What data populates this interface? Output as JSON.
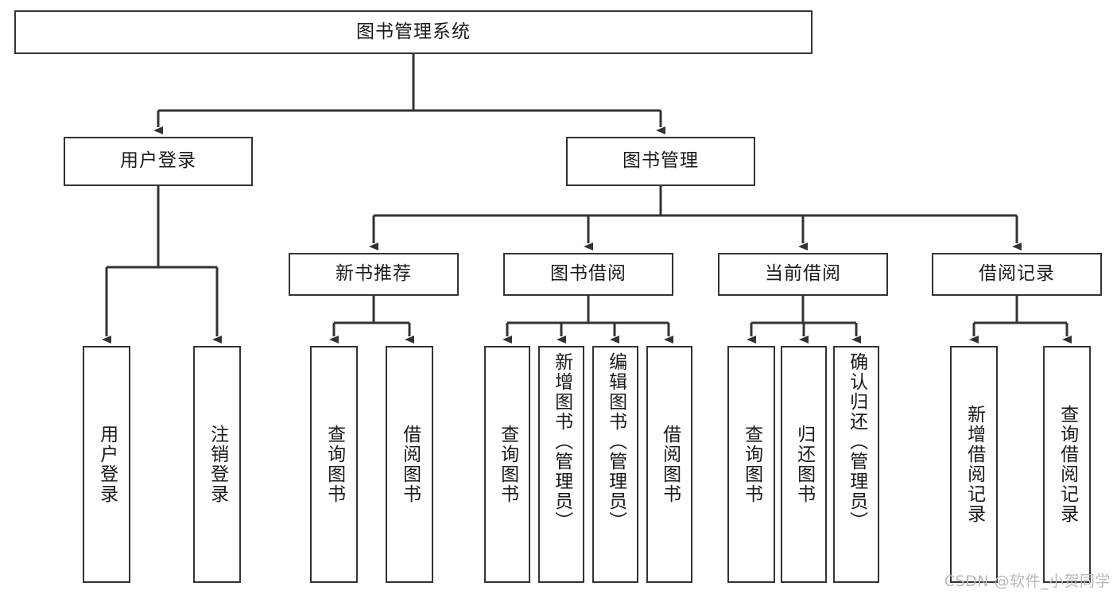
{
  "diagram": {
    "type": "tree-hierarchy",
    "root": {
      "label": "图书管理系统"
    },
    "level1": [
      {
        "label": "用户登录"
      },
      {
        "label": "图书管理"
      }
    ],
    "level2": [
      {
        "label": "新书推荐"
      },
      {
        "label": "图书借阅"
      },
      {
        "label": "当前借阅"
      },
      {
        "label": "借阅记录"
      }
    ],
    "leaves": {
      "user_login": [
        {
          "label": "用户登录"
        },
        {
          "label": "注销登录"
        }
      ],
      "new_book_recommend": [
        {
          "label": "查询图书"
        },
        {
          "label": "借阅图书"
        }
      ],
      "book_borrow": [
        {
          "label": "查询图书"
        },
        {
          "label": "新增图书（管理员）"
        },
        {
          "label": "编辑图书（管理员）"
        },
        {
          "label": "借阅图书"
        }
      ],
      "current_borrow": [
        {
          "label": "查询图书"
        },
        {
          "label": "归还图书"
        },
        {
          "label": "确认归还（管理员）"
        }
      ],
      "borrow_record": [
        {
          "label": "新增借阅记录"
        },
        {
          "label": "查询借阅记录"
        }
      ]
    }
  },
  "watermark": {
    "text": "CSDN @软件_小贺同学"
  },
  "colors": {
    "border": "#333333",
    "background": "#ffffff",
    "text": "#1a1a1a",
    "watermark": "#b9b9b9"
  }
}
